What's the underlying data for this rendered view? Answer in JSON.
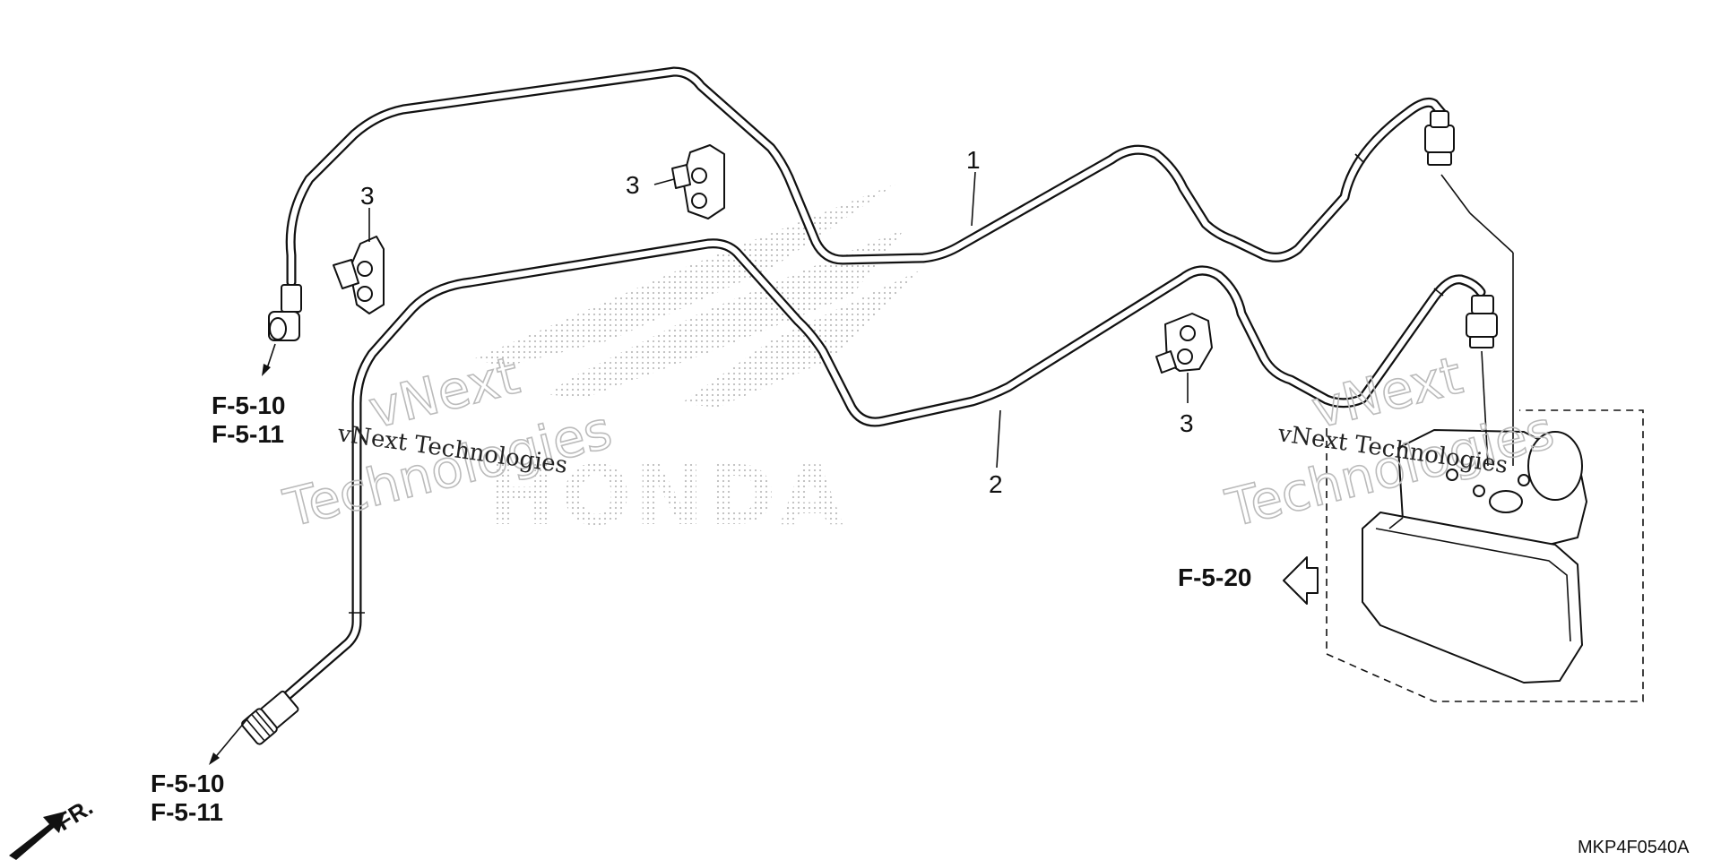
{
  "callouts": {
    "pipe_1": "1",
    "pipe_2": "2",
    "clamp_a": "3",
    "clamp_b": "3",
    "clamp_c": "3"
  },
  "refs": {
    "upper_left_a": "F-5-10",
    "upper_left_b": "F-5-11",
    "lower_left_a": "F-5-10",
    "lower_left_b": "F-5-11",
    "abs_modulator": "F-5-20"
  },
  "front_indicator": "FR.",
  "diagram_code": "MKP4F0540A",
  "watermark": {
    "line1": "vNext",
    "line2": "Technologies",
    "full": "vNext Technologies",
    "brand": "HONDA"
  }
}
